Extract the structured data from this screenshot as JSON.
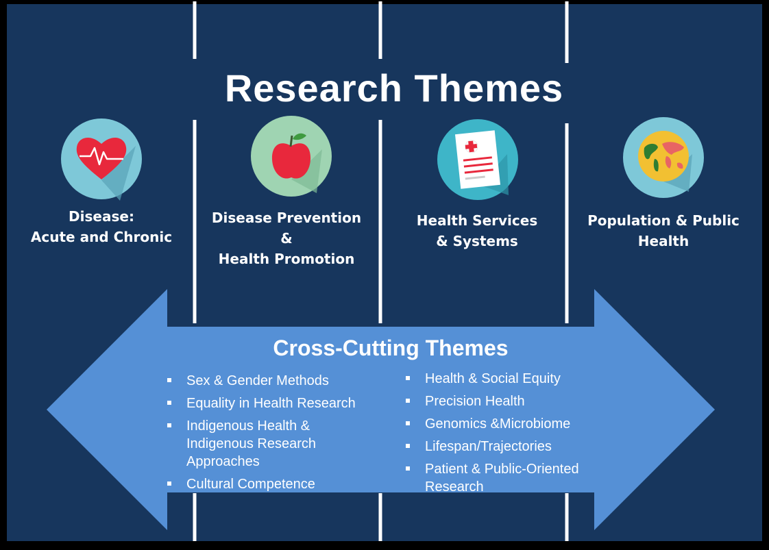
{
  "title": "Research Themes",
  "themes": [
    {
      "line1": "Disease:",
      "line2": "Acute and Chronic",
      "icon": "heart-icon"
    },
    {
      "line1": "Disease Prevention &",
      "line2": "Health Promotion",
      "icon": "apple-icon"
    },
    {
      "line1": "Health Services",
      "line2": "& Systems",
      "icon": "document-icon"
    },
    {
      "line1": "Population & Public",
      "line2": "Health",
      "icon": "globe-icon"
    }
  ],
  "cross_cutting": {
    "title": "Cross-Cutting Themes",
    "left": [
      "Sex & Gender Methods",
      "Equality in Health Research",
      "Indigenous Health & Indigenous Research Approaches",
      "Cultural Competence"
    ],
    "right": [
      "Health & Social Equity",
      "Precision Health",
      "Genomics &Microbiome",
      "Lifespan/Trajectories",
      "Patient & Public-Oriented Research"
    ]
  },
  "colors": {
    "background": "#17365d",
    "arrow": "#5590d6",
    "divider": "#ffffff",
    "icon_bg": "#7ec8d8",
    "heart": "#e8283c",
    "apple": "#e8283c",
    "globe": "#f2c032"
  }
}
